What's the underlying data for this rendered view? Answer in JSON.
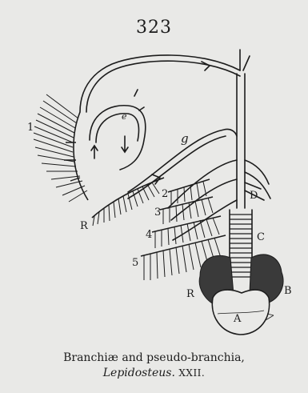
{
  "page_number": "323",
  "figure": {
    "labels": {
      "gill_1": "1",
      "gill_2": "2",
      "gill_3": "3",
      "gill_4": "4",
      "gill_5": "5",
      "r_left": "R",
      "r_bottom": "R",
      "b_right": "B",
      "d_label": "D",
      "c_label": "C",
      "a_label": "A",
      "g_label": "g",
      "e_label": "e"
    },
    "ink_color": "#1c1c1c",
    "paper_color": "#e9e9e7"
  },
  "caption": {
    "line1": "Branchiæ and pseudo-branchia,",
    "line2_italic": "Lepidosteus.",
    "line2_suffix": "XXII."
  }
}
